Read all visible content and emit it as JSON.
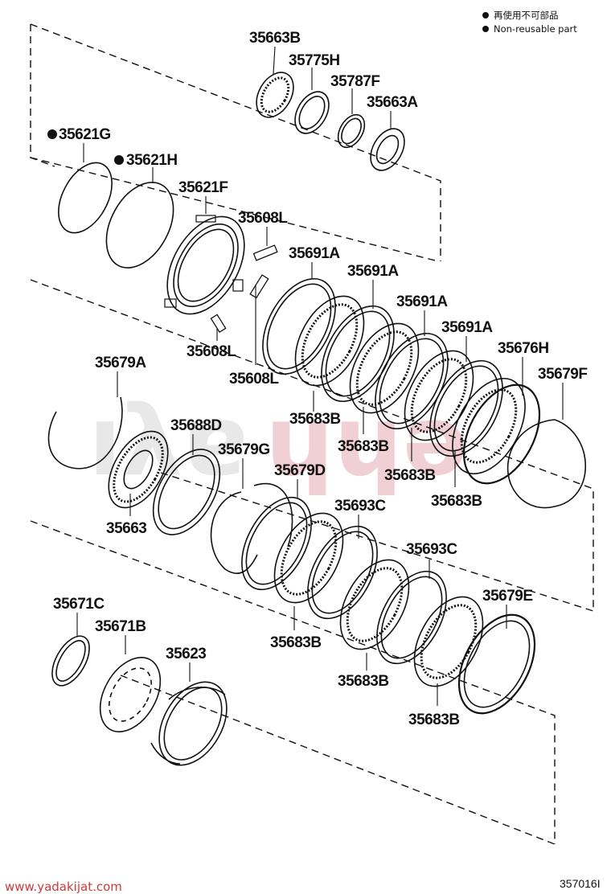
{
  "legend": {
    "items": [
      {
        "symbol": "filled-dot",
        "text": "再使用不可部品"
      },
      {
        "symbol": "filled-dot",
        "text": "Non-reusable part"
      }
    ]
  },
  "parts": [
    {
      "id": "35663B",
      "label": "35663B"
    },
    {
      "id": "35775H",
      "label": "35775H"
    },
    {
      "id": "35787F",
      "label": "35787F"
    },
    {
      "id": "35663A",
      "label": "35663A"
    },
    {
      "id": "35621G",
      "label": "35621G",
      "non_reusable": true
    },
    {
      "id": "35621H",
      "label": "35621H",
      "non_reusable": true
    },
    {
      "id": "35621F",
      "label": "35621F"
    },
    {
      "id": "35608L",
      "label": "35608L"
    },
    {
      "id": "35691A",
      "label": "35691A"
    },
    {
      "id": "35676H",
      "label": "35676H"
    },
    {
      "id": "35679A",
      "label": "35679A"
    },
    {
      "id": "35679F",
      "label": "35679F"
    },
    {
      "id": "35683B",
      "label": "35683B"
    },
    {
      "id": "35688D",
      "label": "35688D"
    },
    {
      "id": "35679G",
      "label": "35679G"
    },
    {
      "id": "35679D",
      "label": "35679D"
    },
    {
      "id": "35663",
      "label": "35663"
    },
    {
      "id": "35693C",
      "label": "35693C"
    },
    {
      "id": "35671C",
      "label": "35671C"
    },
    {
      "id": "35671B",
      "label": "35671B"
    },
    {
      "id": "35623",
      "label": "35623"
    },
    {
      "id": "35679E",
      "label": "35679E"
    }
  ],
  "footer": {
    "url": "www.yadakijat.com",
    "diagram_code": "357016I"
  },
  "colors": {
    "line": "#111111",
    "watermark_red": "#c0303e",
    "watermark_grey": "#cfcfcf",
    "url_red": "#d23a3a"
  }
}
